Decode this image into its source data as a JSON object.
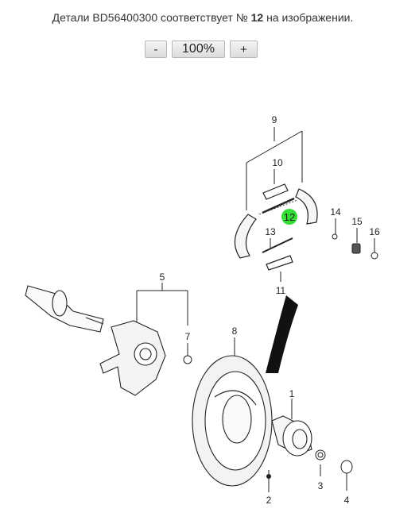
{
  "caption": {
    "prefix": "Детали BD56400300 соответствует № ",
    "number": "12",
    "suffix": " на изображении."
  },
  "zoom": {
    "minus_label": "-",
    "level": "100%",
    "plus_label": "+"
  },
  "highlight_color": "#33dd33",
  "callouts": [
    "1",
    "2",
    "3",
    "4",
    "5",
    "7",
    "8",
    "9",
    "10",
    "11",
    "12",
    "13",
    "14",
    "15",
    "16"
  ]
}
